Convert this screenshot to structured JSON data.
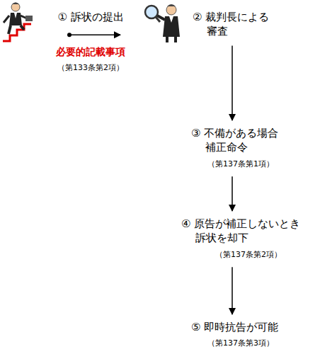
{
  "diagram": {
    "nodes": [
      {
        "text": [
          "① 訴状の提出",
          "必要的記載事項",
          "（第133条第2項）"
        ]
      },
      {
        "text": [
          "② 裁判長による 審査"
        ]
      },
      {
        "text": [
          "③ 不備がある場合 補正命令",
          "（第137条第1項）"
        ]
      },
      {
        "text": [
          "④ 原告が補正しないとき 訴状を却下",
          "（第137条第2項）"
        ]
      },
      {
        "text": [
          "⑤ 即時抗告が可能",
          "（第137条第3項）"
        ]
      }
    ],
    "edges": [
      {
        "from": 0,
        "to": 1,
        "arrow": "to"
      },
      {
        "from": 1,
        "to": 2,
        "arrow": "to"
      },
      {
        "from": 2,
        "to": 3,
        "arrow": "to"
      },
      {
        "from": 3,
        "to": 4,
        "arrow": "to"
      }
    ]
  }
}
